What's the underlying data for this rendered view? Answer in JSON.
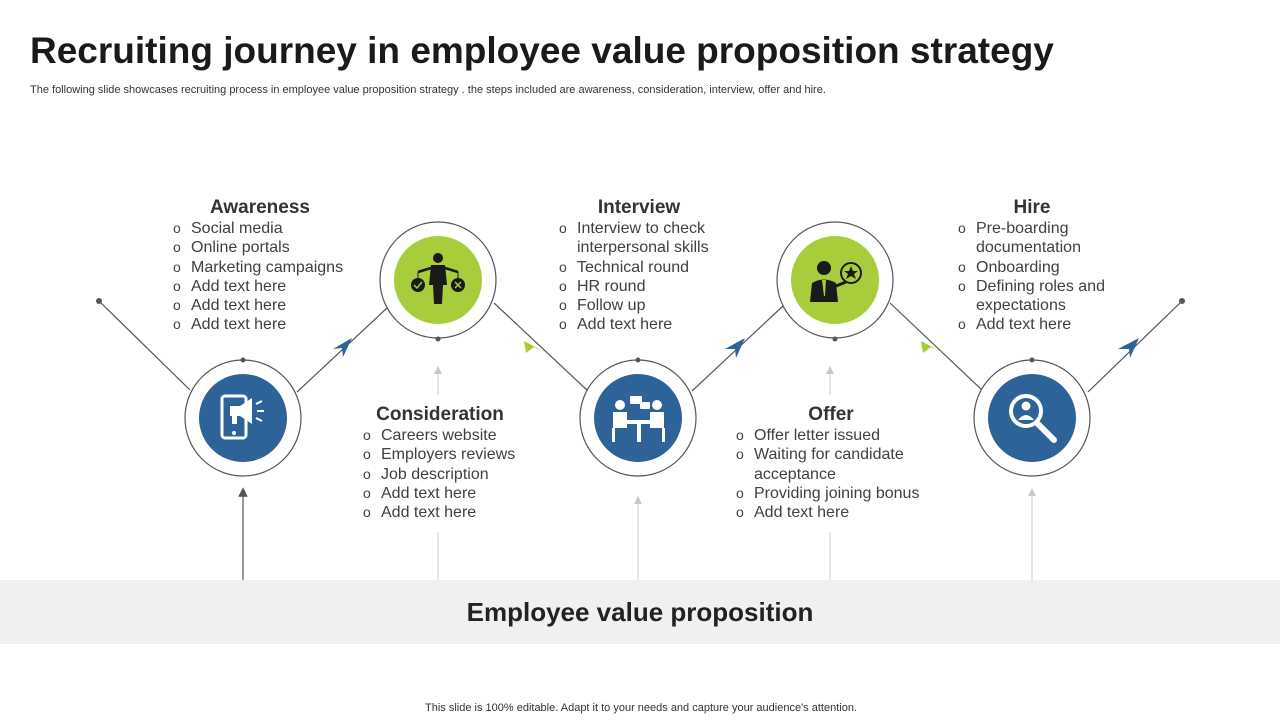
{
  "slide": {
    "title": "Recruiting journey in employee value proposition strategy",
    "subtitle": "The following slide showcases recruiting process in employee value proposition strategy . the steps included are awareness, consideration, interview, offer and hire.",
    "band_label": "Employee value proposition",
    "footer": "This slide is 100% editable. Adapt it to your needs and capture your audience's attention."
  },
  "colors": {
    "blue": "#2e6399",
    "green": "#a8cd3a",
    "connector": "#555555",
    "band": "#f0f0f0"
  },
  "steps": [
    {
      "title": "Awareness",
      "icon": "megaphone-phone-icon",
      "color": "blue",
      "items": [
        "Social media",
        "Online portals",
        "Marketing campaigns",
        "Add text here",
        "Add text here",
        "Add text here"
      ]
    },
    {
      "title": "Consideration",
      "icon": "businessman-weighing-options-icon",
      "color": "green",
      "items": [
        "Careers website",
        "Employers reviews",
        "Job description",
        "Add text here",
        "Add text here"
      ]
    },
    {
      "title": "Interview",
      "icon": "interview-meeting-icon",
      "color": "blue",
      "items": [
        "Interview  to check interpersonal skills",
        "Technical round",
        "HR round",
        "Follow up",
        "Add text here"
      ]
    },
    {
      "title": "Offer",
      "icon": "businessman-award-icon",
      "color": "green",
      "items": [
        "Offer letter issued",
        "Waiting for candidate acceptance",
        "Providing joining bonus",
        "Add text here"
      ]
    },
    {
      "title": "Hire",
      "icon": "search-user-icon",
      "color": "blue",
      "items": [
        "Pre-boarding documentation",
        "Onboarding",
        "Defining roles and expectations",
        "Add text here"
      ]
    }
  ]
}
